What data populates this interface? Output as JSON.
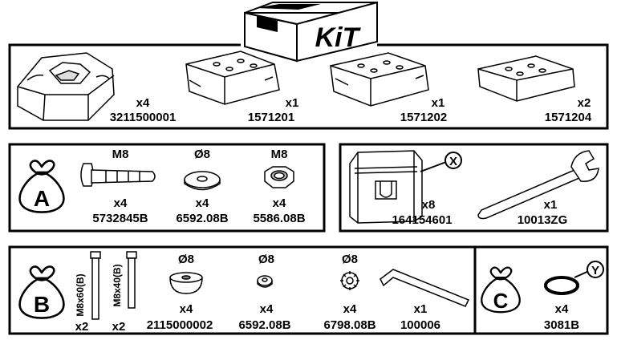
{
  "kit": {
    "title": "KiT"
  },
  "kit_parts": [
    {
      "qty": "x4",
      "code": "3211500001"
    },
    {
      "qty": "x1",
      "code": "1571201"
    },
    {
      "qty": "x1",
      "code": "1571202"
    },
    {
      "qty": "x2",
      "code": "1571204"
    }
  ],
  "bag_a": {
    "letter": "A",
    "items": [
      {
        "spec": "M8",
        "qty": "x4",
        "code": "5732845B"
      },
      {
        "spec": "Ø8",
        "qty": "x4",
        "code": "6592.08B"
      },
      {
        "spec": "M8",
        "qty": "x4",
        "code": "5586.08B"
      }
    ]
  },
  "tools": {
    "callout": "X",
    "items": [
      {
        "qty": "x8",
        "code": "164154601"
      },
      {
        "qty": "x1",
        "code": "10013ZG"
      }
    ]
  },
  "bag_b": {
    "letter": "B",
    "bolt_long": {
      "spec": "M8x60(B)",
      "qty": "x2"
    },
    "bolt_short": {
      "spec": "M8x40(B)",
      "qty": "x2"
    },
    "items": [
      {
        "spec": "Ø8",
        "qty": "x4",
        "code": "2115000002"
      },
      {
        "spec": "Ø8",
        "qty": "x4",
        "code": "6592.08B"
      },
      {
        "spec": "Ø8",
        "qty": "x4",
        "code": "6798.08B"
      },
      {
        "spec": "",
        "qty": "x1",
        "code": "100006"
      }
    ]
  },
  "bag_c": {
    "letter": "C",
    "callout": "Y",
    "items": [
      {
        "qty": "x4",
        "code": "3081B"
      }
    ]
  }
}
